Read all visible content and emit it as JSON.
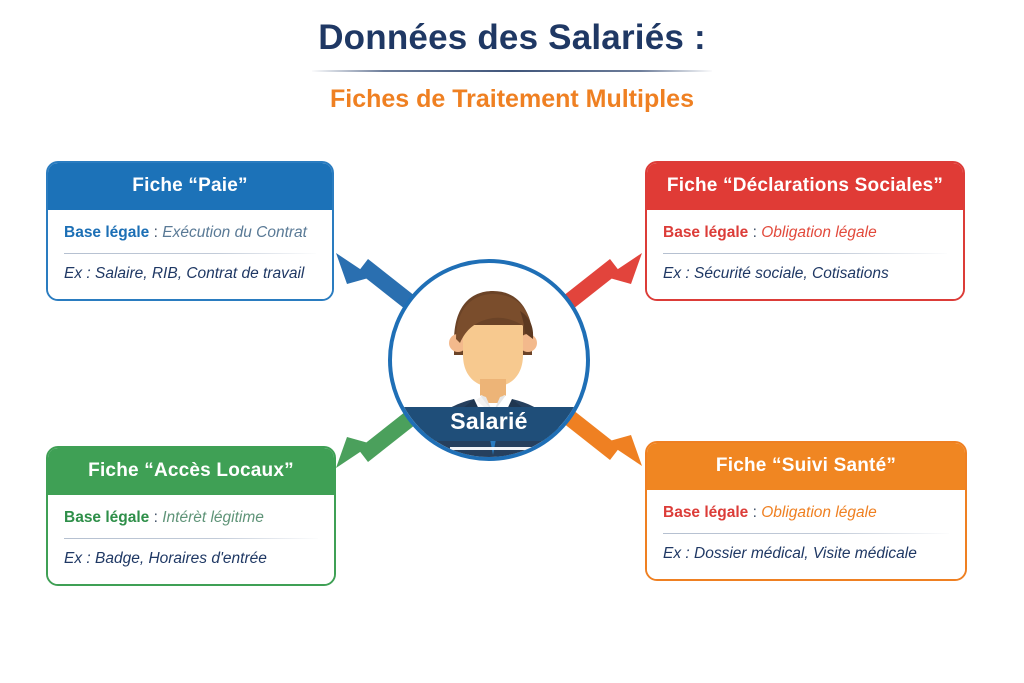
{
  "header": {
    "main_title": "Données des Salariés :",
    "subtitle": "Fiches de Traitement Multiples"
  },
  "center": {
    "label": "Salarié",
    "avatar_icon": "person-avatar-icon",
    "ring_color": "#1f6fb6",
    "band_color": "#1f4e79"
  },
  "legal_separator": " : ",
  "cards": [
    {
      "id": "paie",
      "title": "Fiche “Paie”",
      "legal_label": "Base légale",
      "legal_value": "Exécution du Contrat",
      "example": "Ex : Salaire, RIB, Contrat de travail",
      "color": "#1c72b8",
      "position": "top-left"
    },
    {
      "id": "declarations-sociales",
      "title": "Fiche “Déclarations Sociales”",
      "legal_label": "Base légale",
      "legal_value": "Obligation légale",
      "example": "Ex : Sécurité sociale, Cotisations",
      "color": "#e03b36",
      "position": "top-right"
    },
    {
      "id": "acces-locaux",
      "title": "Fiche “Accès Locaux”",
      "legal_label": "Base légale",
      "legal_value": "Intérèt légitime",
      "example": "Ex : Badge, Horaires d'entrée",
      "color": "#3fa055",
      "position": "bottom-left"
    },
    {
      "id": "suivi-sante",
      "title": "Fiche “Suivi Santé”",
      "legal_label": "Base légale",
      "legal_value": "Obligation légale",
      "example": "Ex : Dossier médical, Visite médicale",
      "color": "#f08622",
      "position": "bottom-right"
    }
  ],
  "arrows": [
    {
      "id": "arrow-to-paie",
      "from": "center",
      "to": "paie",
      "color": "#2a6fb0",
      "direction": "up-left"
    },
    {
      "id": "arrow-to-declarations-sociales",
      "from": "center",
      "to": "declarations-sociales",
      "color": "#e2443c",
      "direction": "up-right"
    },
    {
      "id": "arrow-to-acces-locaux",
      "from": "center",
      "to": "acces-locaux",
      "color": "#4ba05c",
      "direction": "down-left"
    },
    {
      "id": "arrow-to-suivi-sante",
      "from": "center",
      "to": "suivi-sante",
      "color": "#ef8022",
      "direction": "down-right"
    }
  ]
}
